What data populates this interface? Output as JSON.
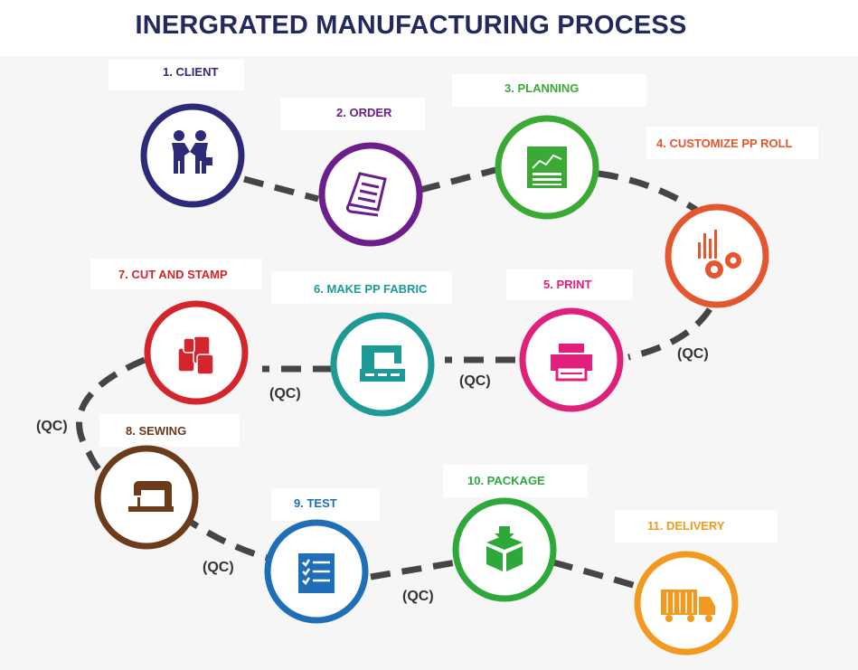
{
  "title": "INERGRATED MANUFACTURING PROCESS",
  "steps": [
    {
      "label": "1. CLIENT",
      "color": "#2e2a7a",
      "icon": "handshake-icon"
    },
    {
      "label": "2. ORDER",
      "color": "#6c1f8b",
      "icon": "order-document-icon"
    },
    {
      "label": "3. PLANNING",
      "color": "#3aaa35",
      "icon": "planning-chart-icon"
    },
    {
      "label": "4.  CUSTOMIZE PP ROLL",
      "color": "#e4572e",
      "icon": "gears-chart-icon"
    },
    {
      "label": "5. PRINT",
      "color": "#e0207a",
      "icon": "printer-icon"
    },
    {
      "label": "6.  MAKE PP FABRIC",
      "color": "#1d9a96",
      "icon": "weaving-machine-icon"
    },
    {
      "label": "7. CUT AND STAMP",
      "color": "#d3252b",
      "icon": "fabric-rolls-icon"
    },
    {
      "label": "8. SEWING",
      "color": "#6b3b1a",
      "icon": "sewing-machine-icon"
    },
    {
      "label": "9. TEST",
      "color": "#1f6fb8",
      "icon": "checklist-icon"
    },
    {
      "label": "10. PACKAGE",
      "color": "#2fa83a",
      "icon": "package-box-icon"
    },
    {
      "label": "11. DELIVERY",
      "color": "#f29a1f",
      "icon": "delivery-truck-icon"
    }
  ],
  "qc_label": "(QC)"
}
